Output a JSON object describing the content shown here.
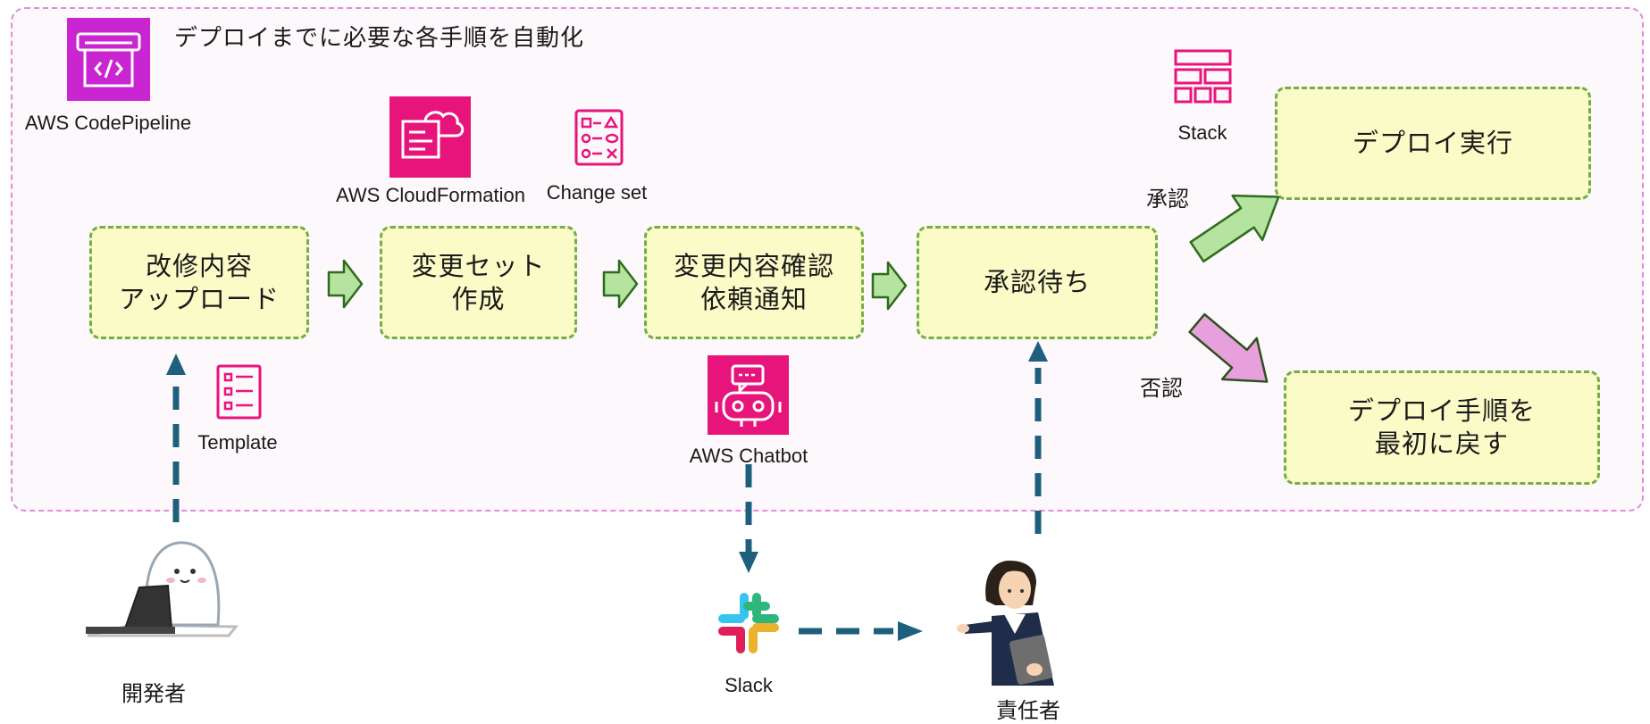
{
  "region": {
    "title": "デプロイまでに必要な各手順を自動化"
  },
  "services": {
    "codepipeline": "AWS CodePipeline",
    "cloudformation": "AWS CloudFormation",
    "changeset": "Change set",
    "stack": "Stack",
    "template": "Template",
    "chatbot": "AWS Chatbot",
    "slack": "Slack"
  },
  "steps": {
    "upload": [
      "改修内容",
      "アップロード"
    ],
    "create_changeset": [
      "変更セット",
      "作成"
    ],
    "notify": [
      "変更内容確認",
      "依頼通知"
    ],
    "waiting": "承認待ち",
    "deploy": "デプロイ実行",
    "revert": [
      "デプロイ手順を",
      "最初に戻す"
    ]
  },
  "decisions": {
    "approve": "承認",
    "reject": "否認"
  },
  "actors": {
    "developer": "開発者",
    "owner": "責任者"
  },
  "colors": {
    "region_border": "#e48ae0",
    "box_fill": "#fbfbc8",
    "box_border": "#74ad4a",
    "arrow_green": "#b5e3a0",
    "arrow_pink": "#e8a0dc",
    "dashed_arrow": "#1e5f7e",
    "aws_pink": "#e7157b",
    "aws_purple": "#c925d1"
  },
  "icons": [
    "codepipeline-icon",
    "cloudformation-icon",
    "changeset-icon",
    "stack-icon",
    "template-icon",
    "chatbot-icon",
    "slack-logo",
    "seal-developer-illustration",
    "businesswoman-illustration"
  ]
}
